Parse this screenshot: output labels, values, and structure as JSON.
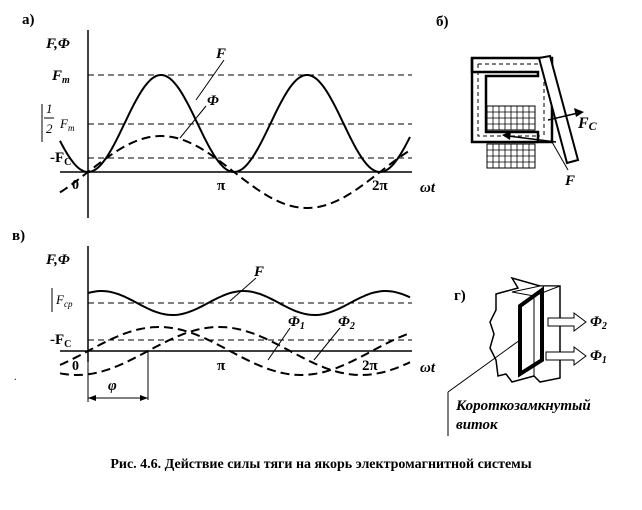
{
  "panels": {
    "a": {
      "label": "а)",
      "y_axis_label": "F,Φ",
      "level_fm": "F",
      "level_fm_sub": "m",
      "level_half_num": "1",
      "level_half_den": "2",
      "level_half_f": "F",
      "level_half_sub": "m",
      "level_fc": "-F",
      "level_fc_sub": "C",
      "origin": "0",
      "tick_pi": "π",
      "tick_2pi": "2π",
      "x_axis_label": "ωt",
      "curve_f_label": "F",
      "curve_phi_label": "Φ"
    },
    "b": {
      "label": "б)",
      "force_label": "F",
      "force_sub": "C",
      "f_label": "F"
    },
    "v": {
      "label": "в)",
      "y_axis_label": "F,Φ",
      "level_fcp": "F",
      "level_fcp_sub": "ср",
      "level_fc": "-F",
      "level_fc_sub": "C",
      "origin": "0",
      "tick_pi": "π",
      "tick_2pi": "2π",
      "x_axis_label": "ωt",
      "curve_f_label": "F",
      "phi1_label": "Φ",
      "phi1_sub": "1",
      "phi2_label": "Φ",
      "phi2_sub": "2",
      "phase_label": "φ",
      "dot": "."
    },
    "g": {
      "label": "г)",
      "flux2": "Φ",
      "flux2_sub": "2",
      "flux1": "Φ",
      "flux1_sub": "1",
      "coil_line1": "Короткозамкнутый",
      "coil_line2": "виток"
    }
  },
  "caption": "Рис. 4.6. Действие силы тяги на якорь электромагнитной системы"
}
